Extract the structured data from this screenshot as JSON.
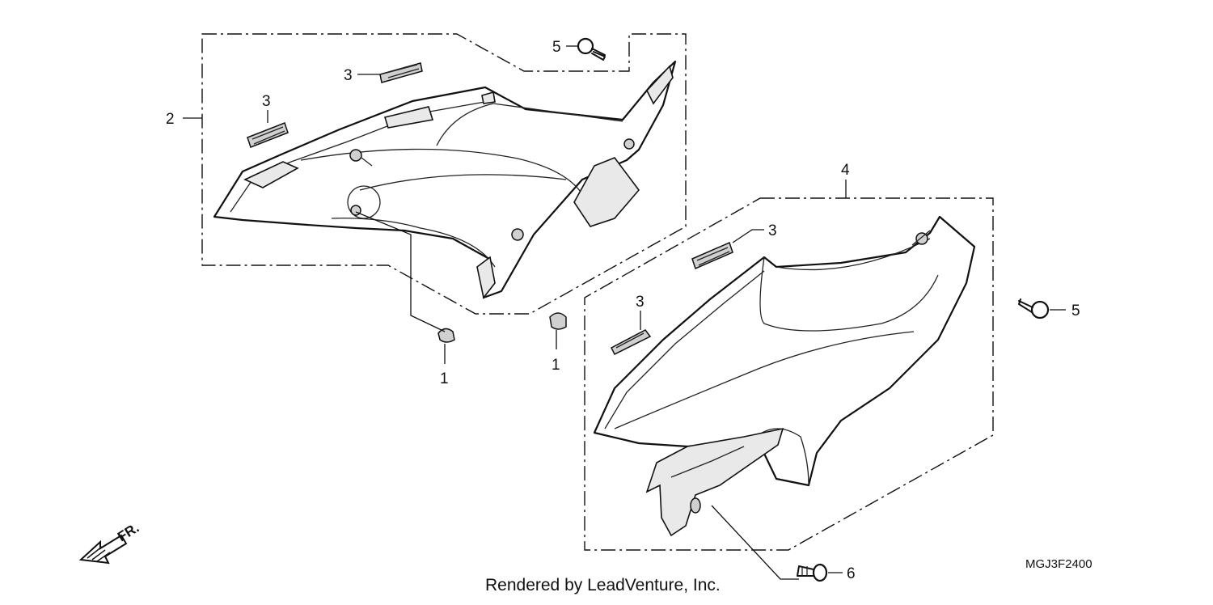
{
  "callouts": [
    {
      "id": "c2",
      "text": "2"
    },
    {
      "id": "c3a",
      "text": "3"
    },
    {
      "id": "c3b",
      "text": "3"
    },
    {
      "id": "c5a",
      "text": "5"
    },
    {
      "id": "c1a",
      "text": "1"
    },
    {
      "id": "c1b",
      "text": "1"
    },
    {
      "id": "c4",
      "text": "4"
    },
    {
      "id": "c3c",
      "text": "3"
    },
    {
      "id": "c3d",
      "text": "3"
    },
    {
      "id": "c5b",
      "text": "5"
    },
    {
      "id": "c6",
      "text": "6"
    }
  ],
  "diagram_code": "MGJ3F2400",
  "credit": "Rendered by LeadVenture, Inc.",
  "front_marker": "FR."
}
